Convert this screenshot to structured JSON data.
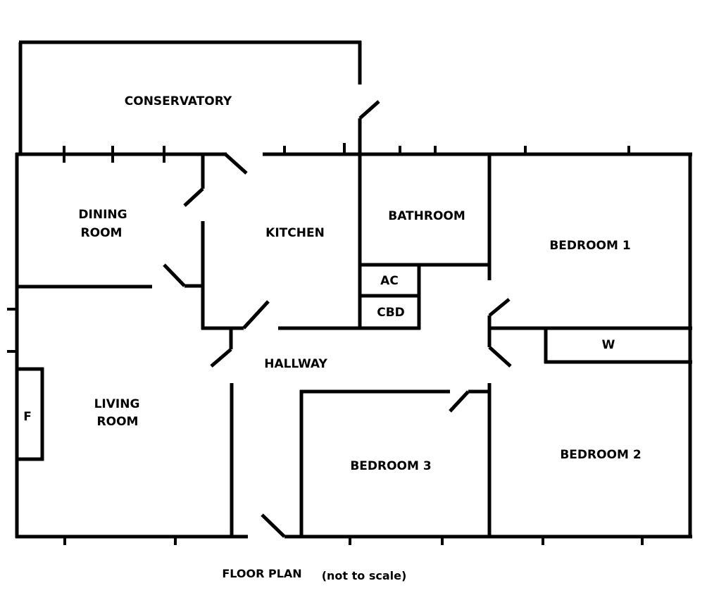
{
  "diagram": {
    "type": "floor-plan",
    "rooms": {
      "conservatory": "CONSERVATORY",
      "dining_line1": "DINING",
      "dining_line2": "ROOM",
      "kitchen": "KITCHEN",
      "bathroom": "BATHROOM",
      "bedroom1": "BEDROOM 1",
      "ac": "AC",
      "cbd": "CBD",
      "wardrobe": "W",
      "hallway": "HALLWAY",
      "living_line1": "LIVING",
      "living_line2": "ROOM",
      "fireplace": "F",
      "bedroom3": "BEDROOM 3",
      "bedroom2": "BEDROOM 2"
    },
    "caption": {
      "title": "FLOOR PLAN",
      "note": "(not to scale)"
    }
  }
}
